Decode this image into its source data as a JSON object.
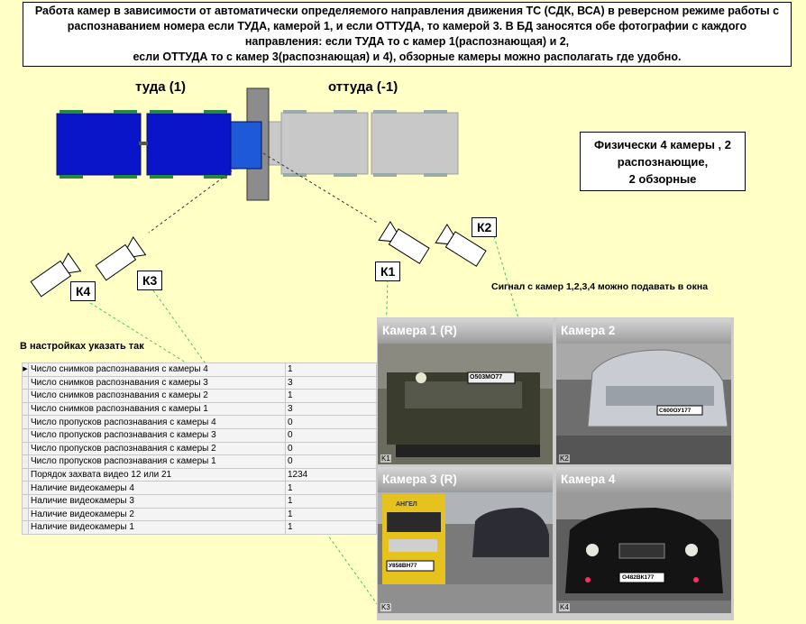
{
  "header": {
    "lines": [
      "Работа камер в зависимости от автоматически определяемого направления движения ТС (СДК, ВСА) в реверсном режиме работы с",
      "распознаванием номера если ТУДА, камерой 1, и если ОТТУДА, то камерой 3. В БД заносятся обе фотографии с каждого",
      "направления: если ТУДА то с камер 1(распознающая) и 2,",
      "если ОТТУДА то с камер 3(распознающая) и 4), обзорные камеры можно располагать где удобно."
    ]
  },
  "directions": {
    "forward": "туда (1)",
    "backward": "оттуда (-1)"
  },
  "physical_note": {
    "line1": "Физически 4 камеры , 2",
    "line2": "распознающие,",
    "line3": "2 обзорные"
  },
  "camera_labels": {
    "k1": "К1",
    "k2": "К2",
    "k3": "К3",
    "k4": "К4"
  },
  "signal_note": "Сигнал с камер 1,2,3,4 можно подавать в окна",
  "settings": {
    "title": "В настройках указать так",
    "rows": [
      {
        "name": "Число снимков распознавания с камеры 4",
        "value": "1"
      },
      {
        "name": "Число снимков распознавания с камеры 3",
        "value": "3"
      },
      {
        "name": "Число снимков распознавания с камеры 2",
        "value": "1"
      },
      {
        "name": "Число снимков распознавания с камеры 1",
        "value": "3"
      },
      {
        "name": "Число пропусков распознавания с камеры 4",
        "value": "0"
      },
      {
        "name": "Число пропусков распознавания с камеры 3",
        "value": "0"
      },
      {
        "name": "Число пропусков распознавания с камеры 2",
        "value": "0"
      },
      {
        "name": "Число пропусков распознавания с камеры 1",
        "value": "0"
      },
      {
        "name": "Порядок захвата видео 12 или 21",
        "value": "1234"
      },
      {
        "name": "Наличие видеокамеры 4",
        "value": "1"
      },
      {
        "name": "Наличие видеокамеры 3",
        "value": "1"
      },
      {
        "name": "Наличие видеокамеры 2",
        "value": "1"
      },
      {
        "name": "Наличие видеокамеры 1",
        "value": "1"
      }
    ]
  },
  "camera_windows": [
    {
      "title": "Камера 1 (R)",
      "tag": "K1",
      "plate": "О503МО77"
    },
    {
      "title": "Камера 2",
      "tag": "K2",
      "plate": "С600ОУ177"
    },
    {
      "title": "Камера 3 (R)",
      "tag": "K3",
      "plate": "У858ВН77",
      "sign": "АНГЕЛ"
    },
    {
      "title": "Камера 4",
      "tag": "K4",
      "plate": "О482ВК177"
    }
  ],
  "colors": {
    "background": "#ffffc6",
    "truck_forward": "#0a14c8",
    "truck_backward": "#c8c8c8",
    "gate": "#8c8c8c",
    "dashed_green": "#33cc66"
  }
}
